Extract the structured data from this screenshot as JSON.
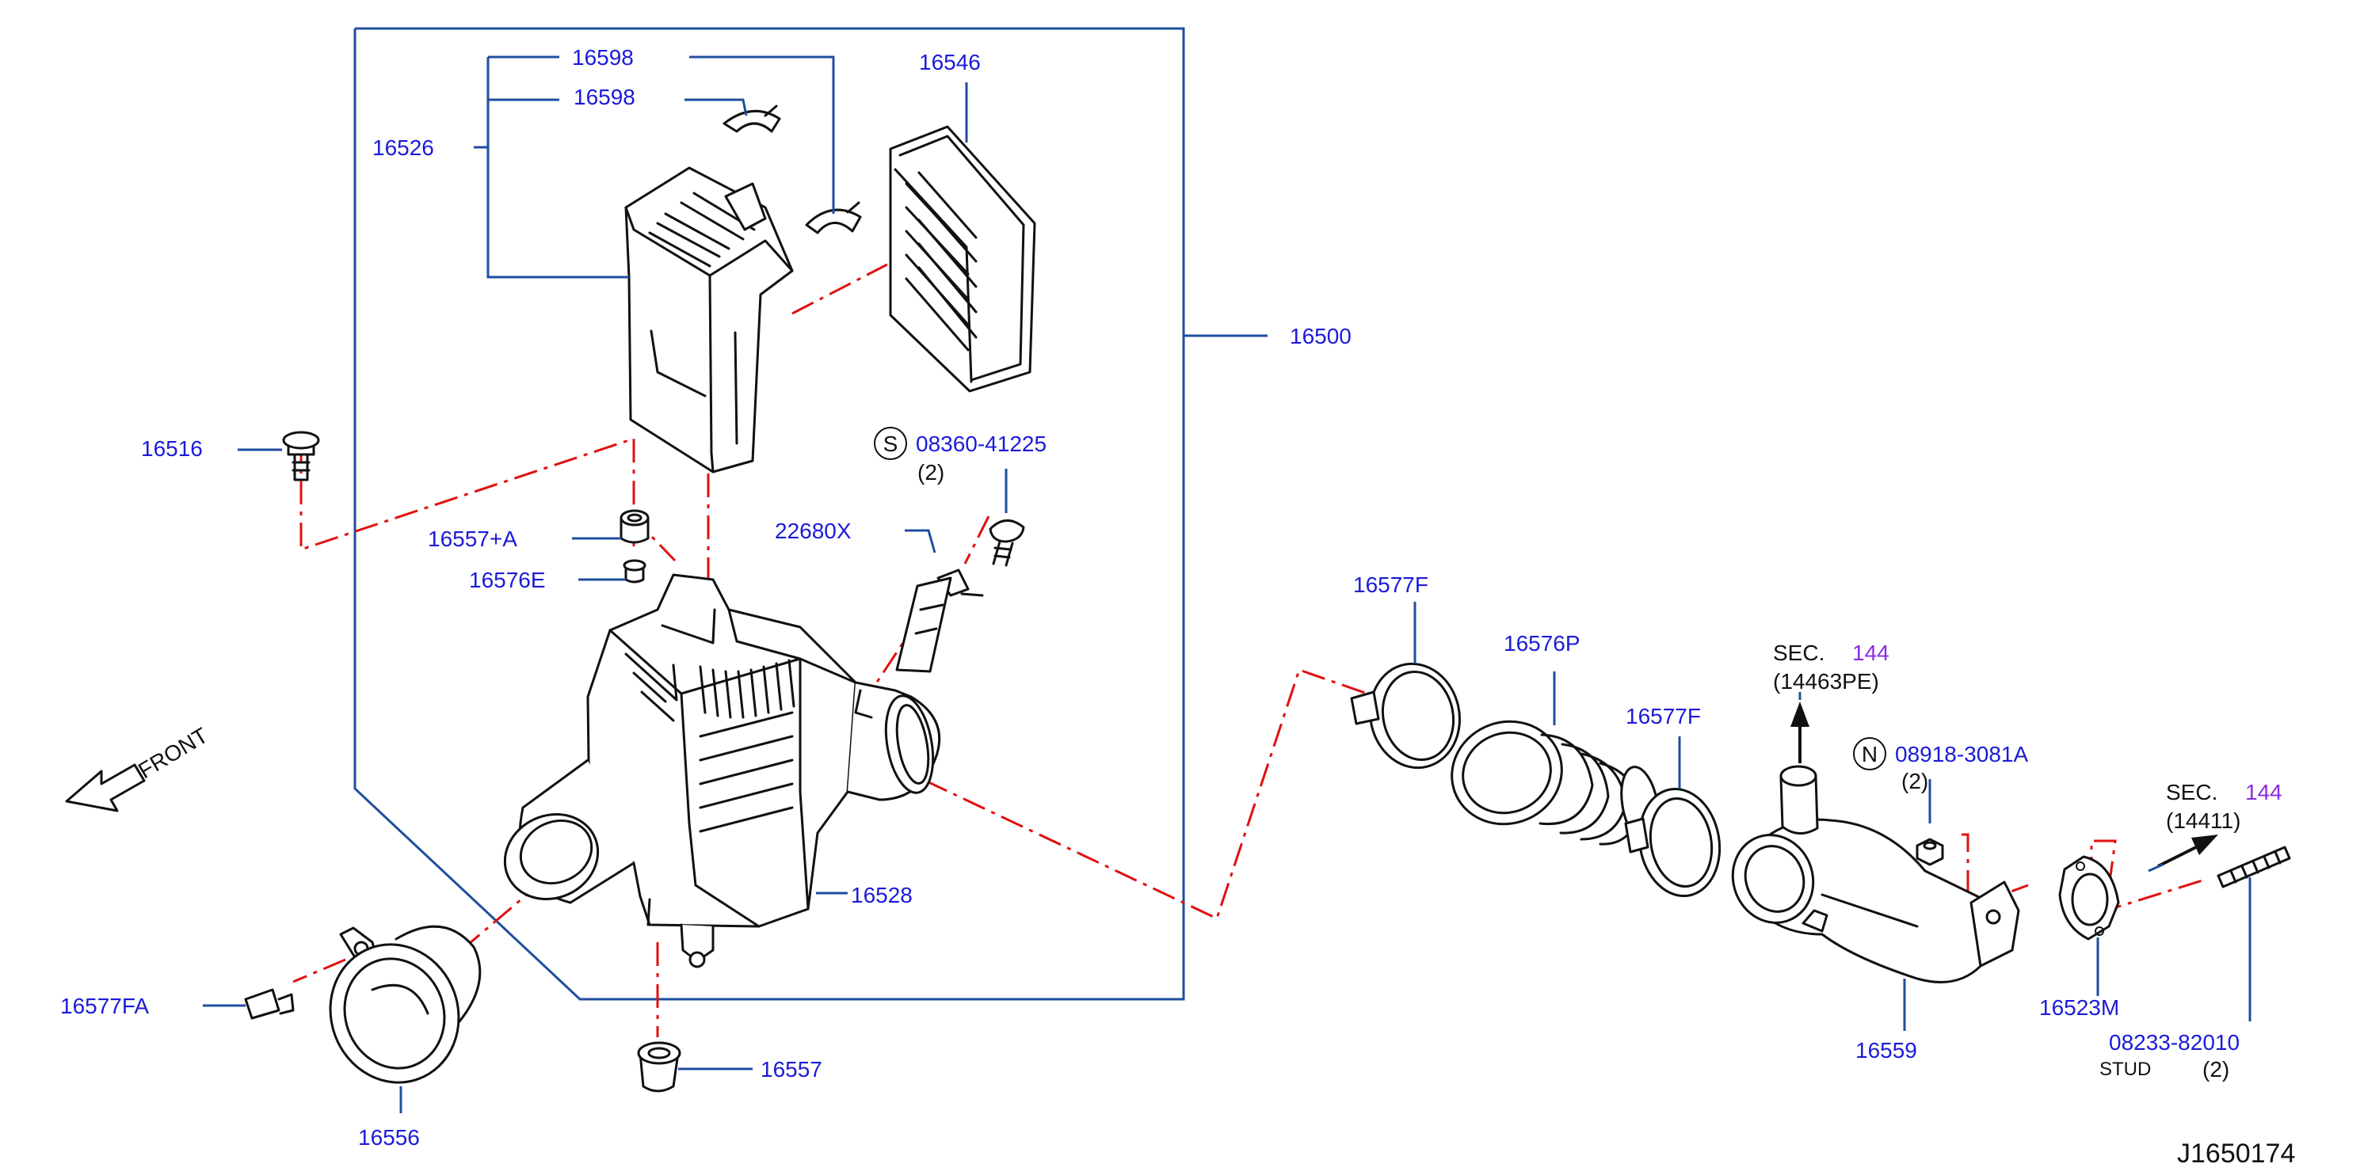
{
  "diagram_id": "J1650174",
  "front_label": "FRONT",
  "section_refs": [
    {
      "prefix": "SEC.",
      "number": "144",
      "sub": "(14463PE)"
    },
    {
      "prefix": "SEC.",
      "number": "144",
      "sub": "(14411)"
    }
  ],
  "parts": {
    "p16598a": "16598",
    "p16598b": "16598",
    "p16546": "16546",
    "p16526": "16526",
    "p16500": "16500",
    "p16516": "16516",
    "p08360": "08360-41225",
    "p08360_qty": "(2)",
    "p08360_sym": "S",
    "p22680x": "22680X",
    "p16557a": "16557+A",
    "p16576e": "16576E",
    "p16577f_1": "16577F",
    "p16576p": "16576P",
    "p16577f_2": "16577F",
    "p08918": "08918-3081A",
    "p08918_qty": "(2)",
    "p08918_sym": "N",
    "p16528": "16528",
    "p16577fa": "16577FA",
    "p16557": "16557",
    "p16556": "16556",
    "p16559": "16559",
    "p16523m": "16523M",
    "p08233": "08233-82010",
    "p08233_desc": "STUD",
    "p08233_qty": "(2)"
  },
  "colors": {
    "label": "#1b1bd8",
    "section_number": "#8a2be2",
    "leader": "#1f4e9e",
    "centerline": "#e01010",
    "part_outline": "#111111"
  }
}
